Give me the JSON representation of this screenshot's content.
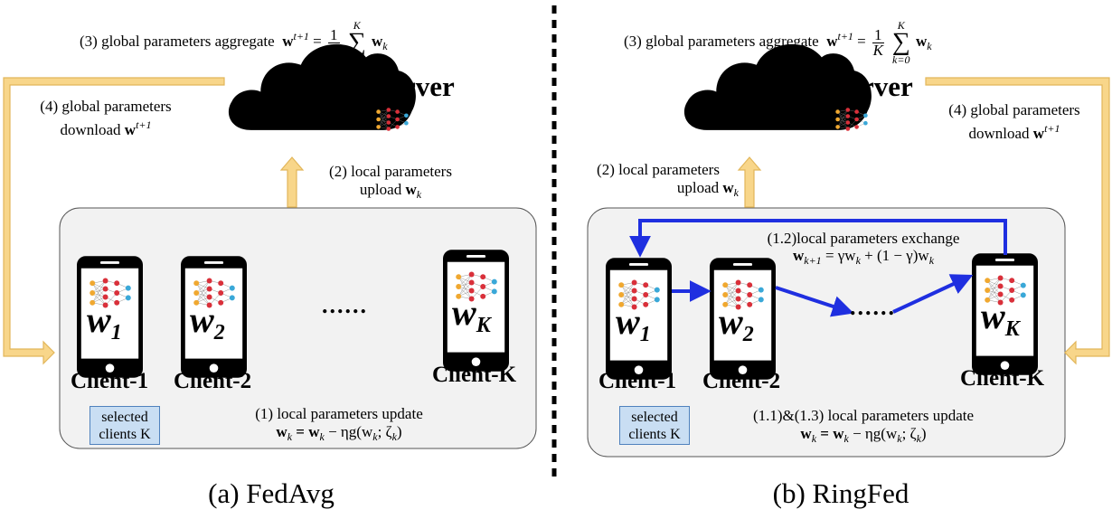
{
  "left": {
    "step3_text": "(3) global parameters aggregate",
    "step4_line1": "(4) global parameters",
    "step4_line2": "download",
    "step2_line1": "(2) local parameters",
    "step2_line2": "upload",
    "server_label": "Server",
    "client1": "Client-1",
    "client2": "Client-2",
    "clientK": "Client-K",
    "dots": "......",
    "selected_line1": "selected",
    "selected_line2": "clients K",
    "step1_text": "(1) local parameters update",
    "caption": "(a) FedAvg"
  },
  "right": {
    "step3_text": "(3) global parameters aggregate",
    "step4_line1": "(4) global parameters",
    "step4_line2": "download",
    "step2_line1": "(2) local parameters",
    "step2_line2": "upload",
    "server_label": "Server",
    "exchange_text": "(1.2)local parameters exchange",
    "client1": "Client-1",
    "client2": "Client-2",
    "clientK": "Client-K",
    "dots": "......",
    "selected_line1": "selected",
    "selected_line2": "clients K",
    "step11_text": "(1.1)&(1.3) local parameters update",
    "caption": "(b) RingFed"
  },
  "math": {
    "w": "w",
    "K": "K",
    "k": "k",
    "one": "1",
    "two": "2",
    "t_plus_1": "t+1",
    "k_eq_0": "k=0",
    "aggregate_eq": "=",
    "update_eq": "= w",
    "update_rest": "− ηg(w",
    "update_tail": "; ζ",
    "update_close": ")",
    "exchange_lhs": "w",
    "exchange_sub": "k+1",
    "exchange_rhs": "= γw",
    "exchange_mid": "+ (1 − γ)w"
  },
  "colors": {
    "upload_download_arrow": "#f8d68a",
    "upload_download_outline": "#e2b65a",
    "exchange_arrow": "#1f2fe0",
    "client_panel": "#f2f2f2",
    "selected_box": "#c9def3",
    "nn_input": "#f0a830",
    "nn_hidden": "#d9303a",
    "nn_output": "#3aa8d8"
  }
}
